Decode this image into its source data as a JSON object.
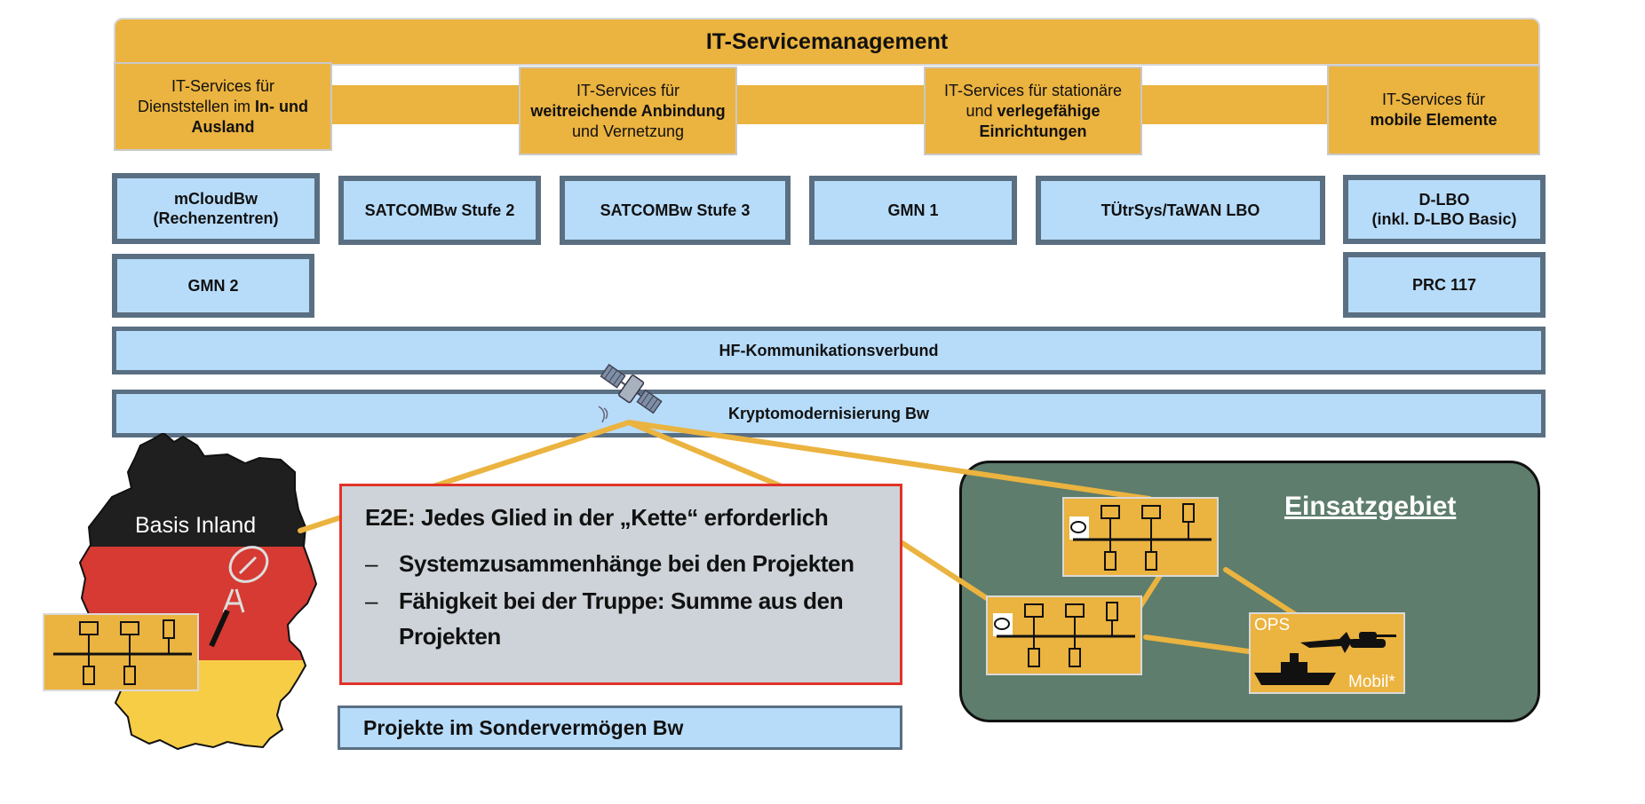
{
  "header": {
    "title": "IT-Servicemanagement"
  },
  "services": [
    {
      "line1": "IT-Services für",
      "line2a": "Dienststellen im ",
      "line2b": "In- und",
      "line3": "Ausland"
    },
    {
      "line1": "IT-Services für",
      "line2": "weitreichende Anbindung",
      "line3": "und Vernetzung"
    },
    {
      "line1": "IT-Services für stationäre",
      "line2a": "und ",
      "line2b": "verlegefähige",
      "line3": "Einrichtungen"
    },
    {
      "line1": "IT-Services für",
      "line2": "mobile Elemente"
    }
  ],
  "projects": {
    "mcloud": {
      "line1": "mCloudBw",
      "line2": "(Rechenzentren)"
    },
    "satcom2": "SATCOMBw Stufe 2",
    "satcom3": "SATCOMBw Stufe 3",
    "gmn1": "GMN 1",
    "tuetrsys": "TÜtrSys/TaWAN LBO",
    "dlbo": {
      "line1": "D-LBO",
      "line2": "(inkl. D-LBO Basic)"
    },
    "gmn2": "GMN 2",
    "prc117": "PRC 117"
  },
  "bars": {
    "hf": "HF-Kommunikationsverbund",
    "krypto": "Kryptomodernisierung Bw"
  },
  "germany": {
    "label": "Basis Inland"
  },
  "e2e": {
    "title": "E2E: Jedes Glied in der „Kette“ erforderlich",
    "bullets": [
      {
        "dash": "–",
        "lines": [
          "Systemzusammenhänge bei den Projekten"
        ]
      },
      {
        "dash": "–",
        "lines": [
          "Fähigkeit bei der Truppe: Summe aus den",
          "Projekten"
        ]
      }
    ]
  },
  "sondervermoegen": "Projekte im Sondervermögen Bw",
  "einsatz": {
    "title": "Einsatzgebiet"
  },
  "ops": {
    "label_top": "OPS",
    "label_bottom": "Mobil*"
  },
  "colors": {
    "orange": "#ebb33f",
    "light_blue": "#b7dcfa",
    "slate_border": "#5a6f82",
    "green_area": "#5e7d6c",
    "red_border": "#e0332b",
    "flag_black": "#1f1f1f",
    "flag_red": "#d63a32",
    "flag_gold": "#f6cd45"
  }
}
